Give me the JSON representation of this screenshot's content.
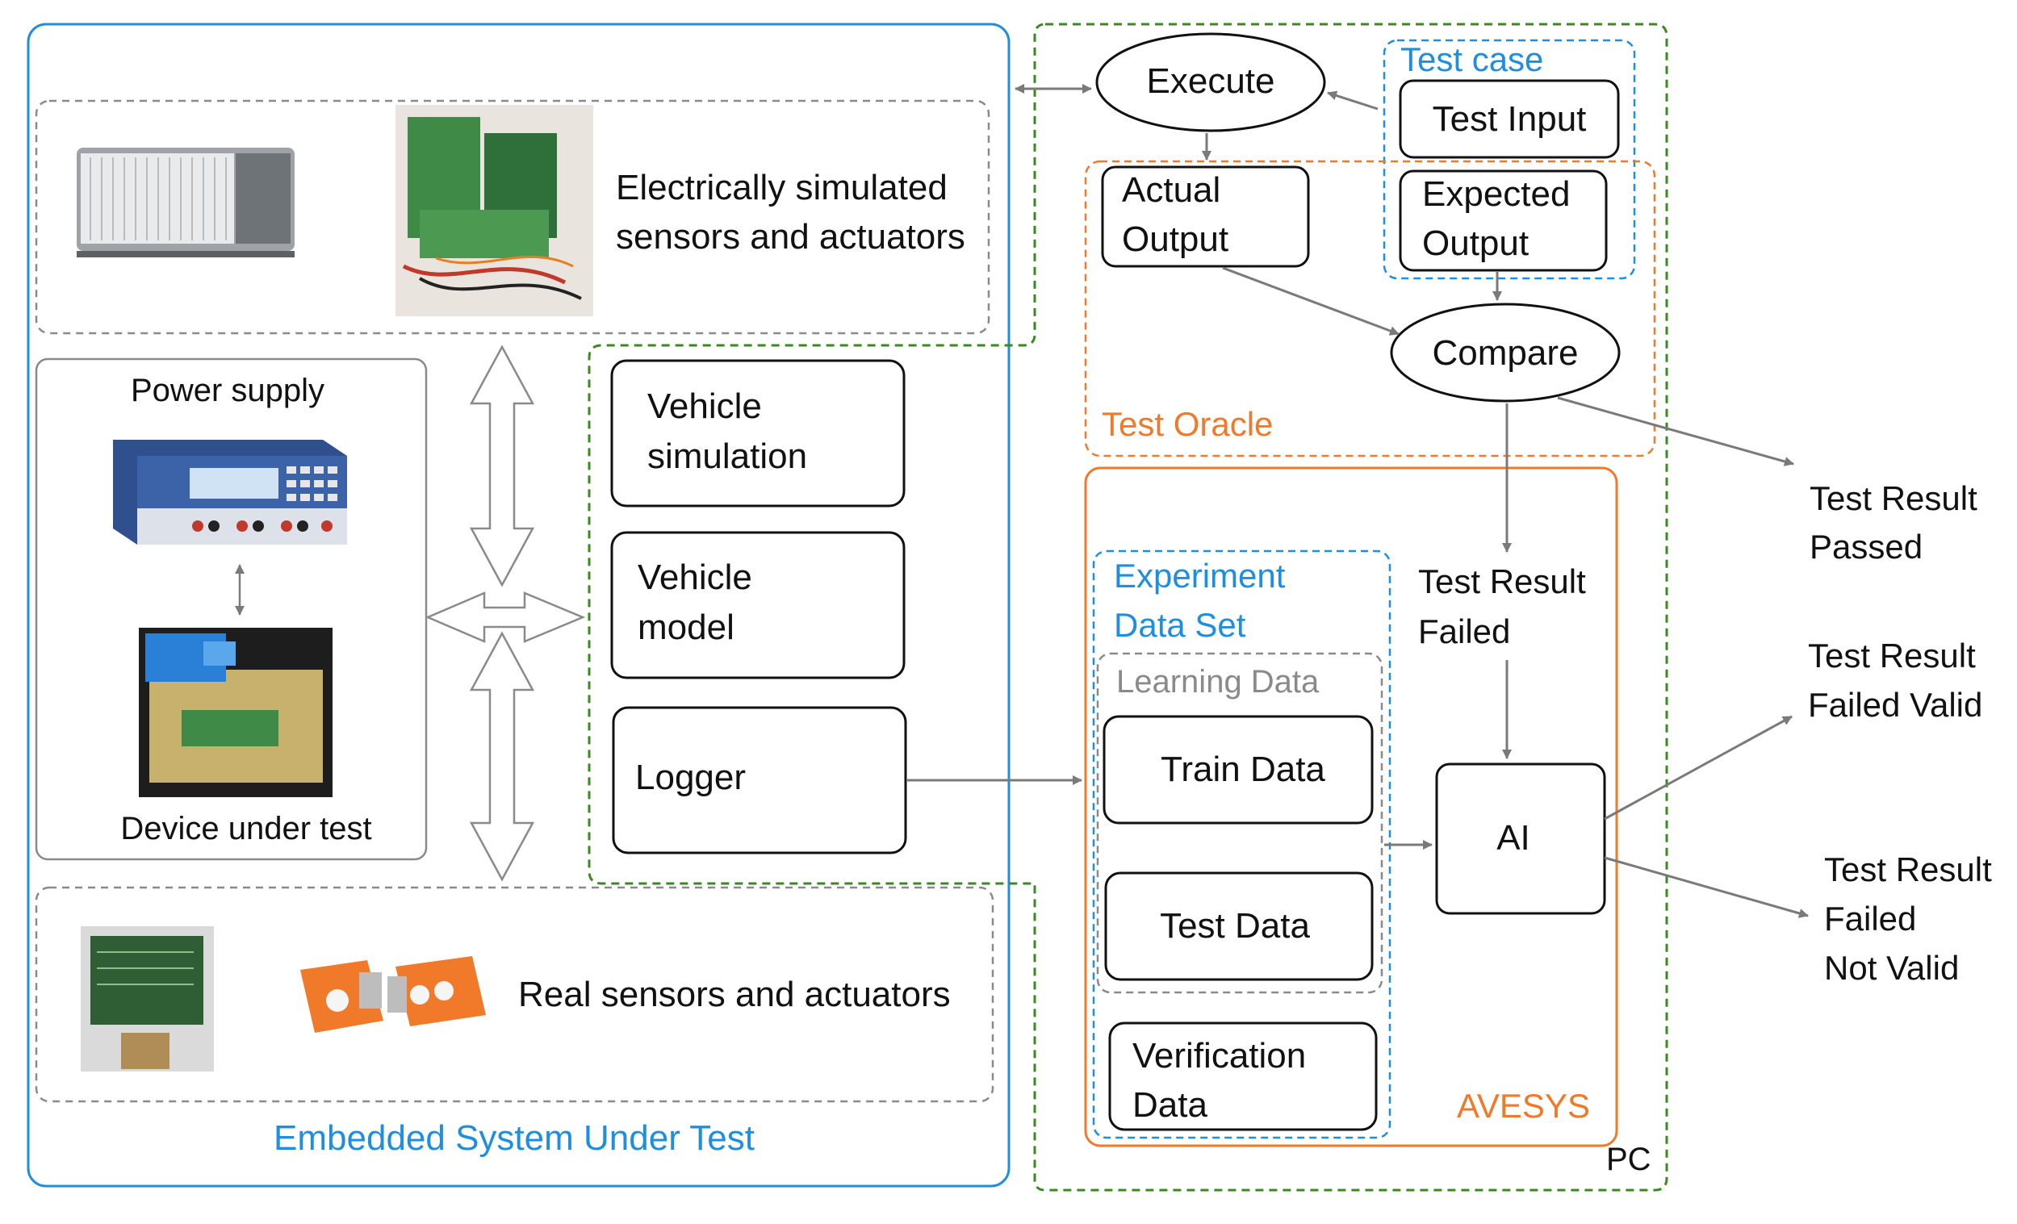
{
  "colors": {
    "blue": "#1e8fe0",
    "green": "#3a8a1e",
    "orange": "#f07a2a",
    "gray_dash": "#8a8a8a",
    "arrow": "#7a7a7a",
    "ink": "#111111"
  },
  "embedded": {
    "title": "Embedded System Under Test",
    "electrical_line1": "Electrically simulated",
    "electrical_line2": "sensors and actuators",
    "power_supply": "Power supply",
    "device_under_test": "Device under test",
    "real_sensors": "Real sensors and actuators"
  },
  "modules": {
    "vehicle_sim_1": "Vehicle",
    "vehicle_sim_2": "simulation",
    "vehicle_model_1": "Vehicle",
    "vehicle_model_2": "model",
    "logger": "Logger"
  },
  "pc": {
    "label": "PC",
    "execute": "Execute",
    "test_case": "Test case",
    "test_input": "Test Input",
    "expected_1": "Expected",
    "expected_2": "Output",
    "actual_1": "Actual",
    "actual_2": "Output",
    "compare": "Compare",
    "test_oracle": "Test Oracle"
  },
  "avesys": {
    "label": "AVESYS",
    "experiment_1": "Experiment",
    "experiment_2": "Data Set",
    "learning": "Learning Data",
    "train": "Train Data",
    "test": "Test Data",
    "verification_1": "Verification",
    "verification_2": "Data",
    "failed_1": "Test Result",
    "failed_2": "Failed",
    "ai": "AI"
  },
  "results": {
    "passed_1": "Test Result",
    "passed_2": "Passed",
    "valid_1": "Test Result",
    "valid_2": "Failed Valid",
    "notvalid_1": "Test Result",
    "notvalid_2": "Failed",
    "notvalid_3": "Not Valid"
  },
  "pictures": {
    "rack": "rack-icon",
    "boards": "wiring-boards-photo",
    "psu": "power-supply-photo",
    "dut": "device-under-test-photo",
    "pcb": "pcb-photo",
    "sensors": "orange-sensors-photo"
  }
}
